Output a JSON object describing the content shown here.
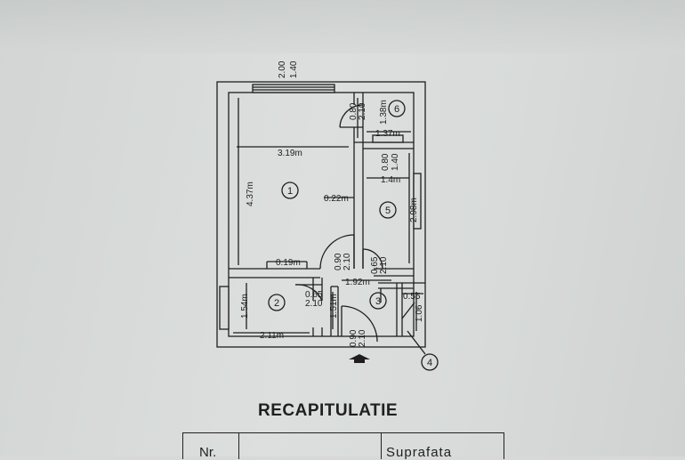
{
  "plan": {
    "dims": {
      "top_window_a": "2.00",
      "top_window_b": "1.40",
      "room1_width": "3.19m",
      "room1_height": "4.37m",
      "wall_gap": "0.22m",
      "room6_door_a": "0.80",
      "room6_door_b": "2.10",
      "room6_height": "1.38m",
      "room6_width": "1.37m",
      "room5_window_a": "0.80",
      "room5_window_b": "1.40",
      "room5_width": "1.4m",
      "room5_height": "2.98m",
      "recess": "0.19m",
      "door1_a": "0.90",
      "door1_b": "2.10",
      "door5_a": "0.65",
      "door5_b": "2.10",
      "hall_width": "1.92m",
      "room2_height": "1.54m",
      "door2_a": "0.65",
      "door2_b": "2.10",
      "hall_depth": "1.51m",
      "room4_width": "0.55",
      "room4_height": "1.06",
      "room2_width": "2.11m",
      "entry_door_a": "0.90",
      "entry_door_b": "2.10"
    },
    "rooms": {
      "r1": "1",
      "r2": "2",
      "r3": "3",
      "r4": "4",
      "r5": "5",
      "r6": "6"
    }
  },
  "title": "RECAPITULATIE",
  "table": {
    "col1": "Nr.",
    "col3": "Suprafata"
  }
}
